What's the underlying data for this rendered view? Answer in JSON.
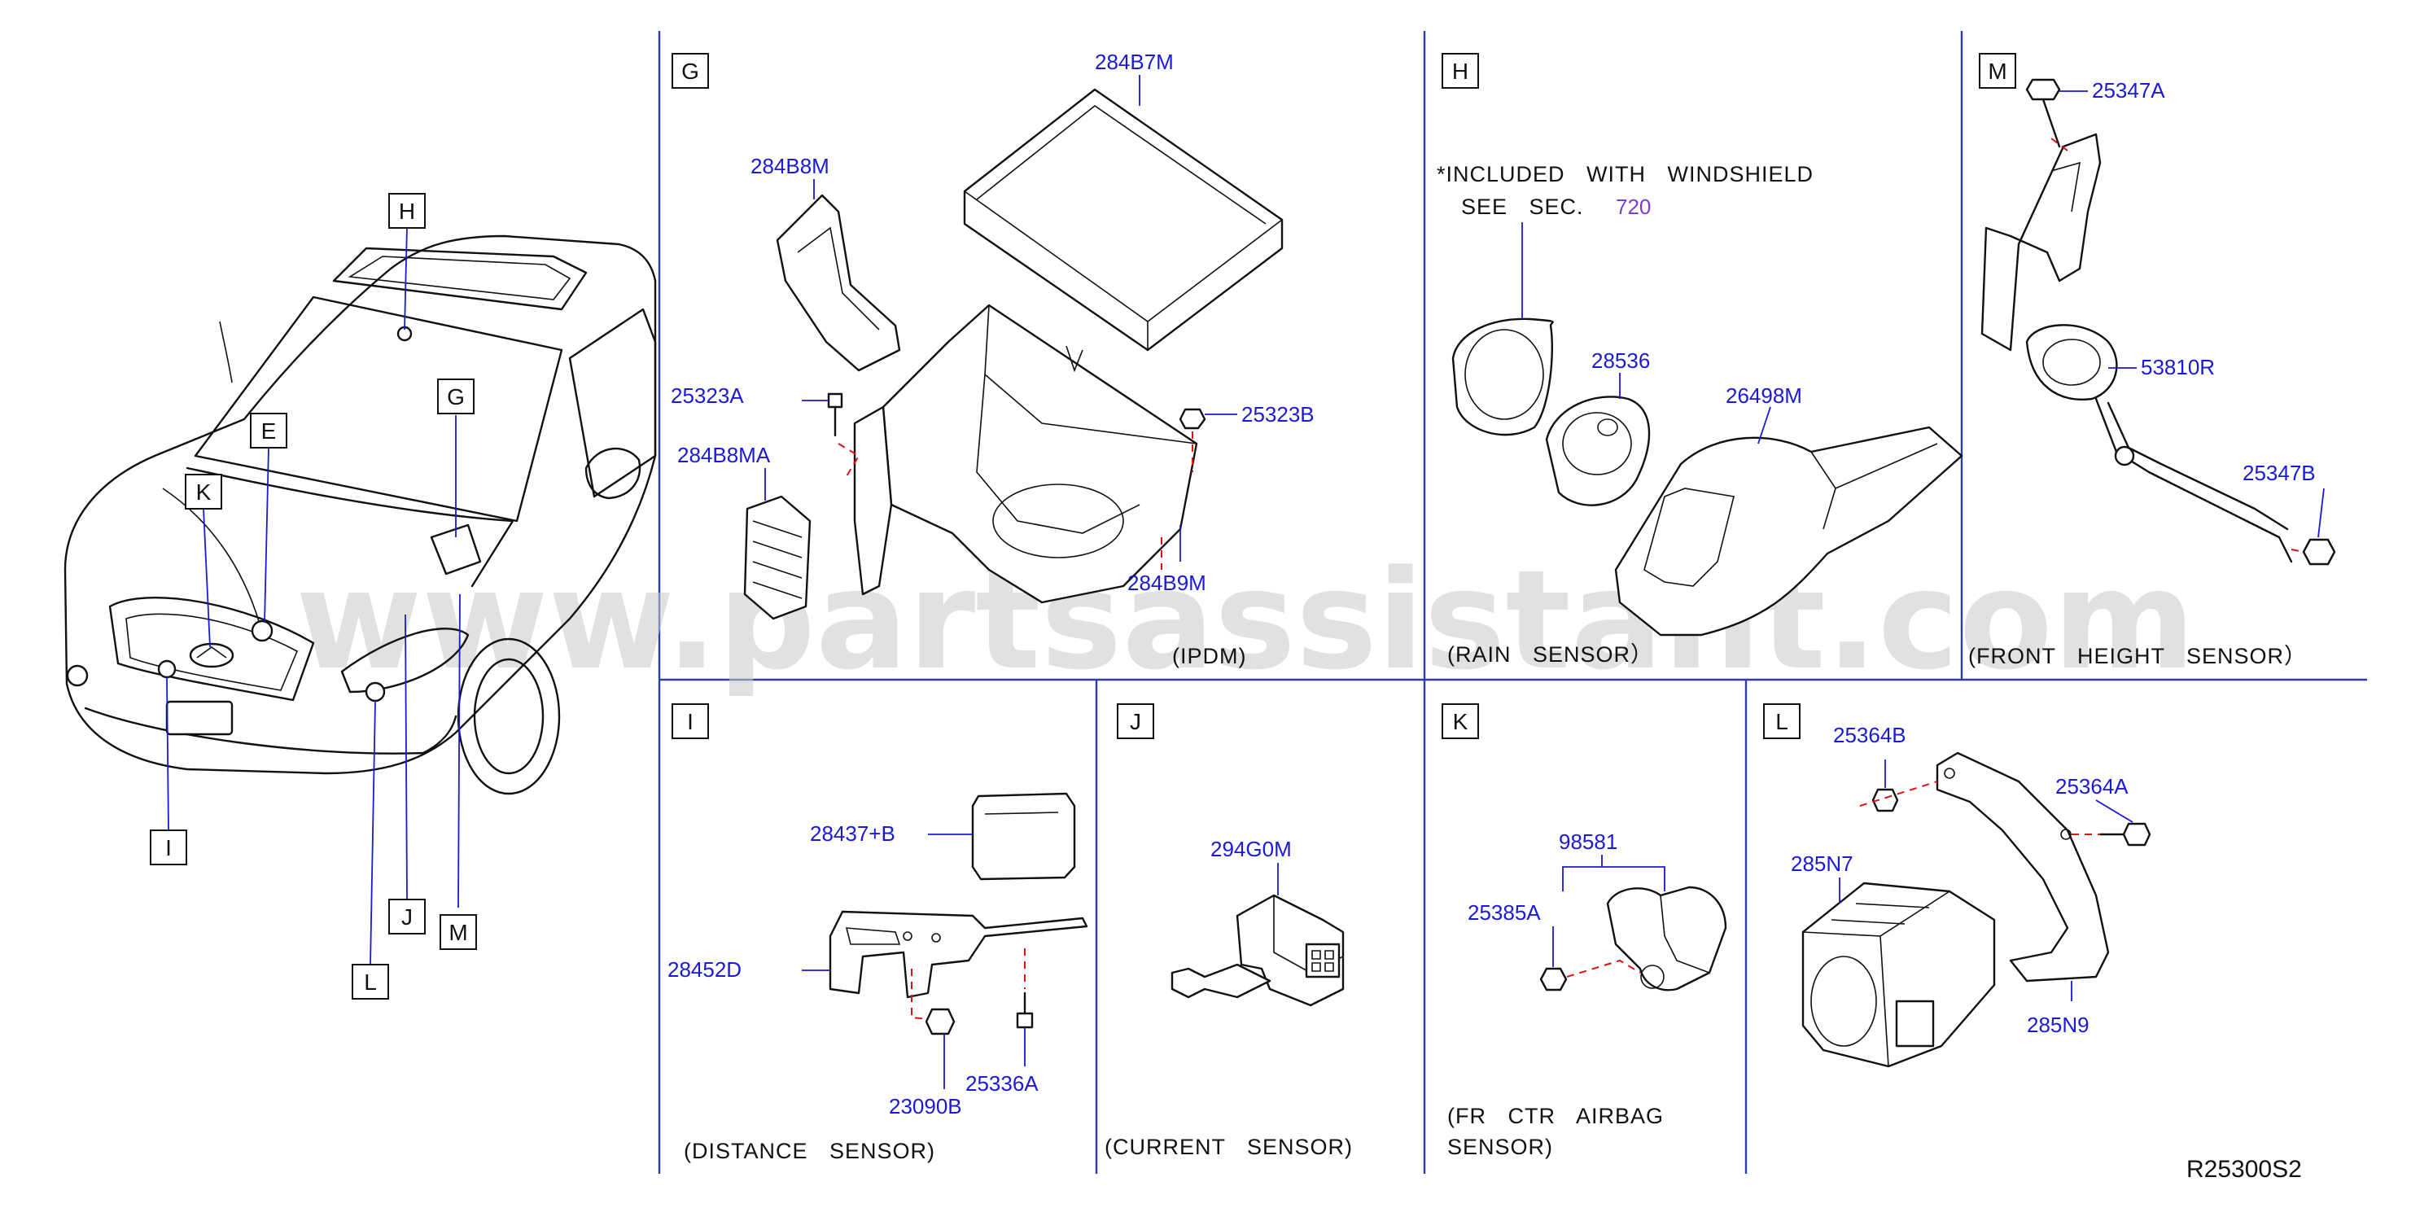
{
  "diagram_id": "R25300S2",
  "watermark": "www.partsassistant.com",
  "overview": {
    "callouts": [
      "H",
      "G",
      "E",
      "K",
      "I",
      "J",
      "L",
      "M"
    ]
  },
  "sections": {
    "G": {
      "letter": "G",
      "caption": "(IPDM)",
      "parts": [
        "284B7M",
        "284B8M",
        "25323A",
        "25323B",
        "284B8MA",
        "284B9M"
      ]
    },
    "H": {
      "letter": "H",
      "note_line1": "*INCLUDED WITH WINDSHIELD",
      "note_line2": "SEE SEC.",
      "note_sec": "720",
      "caption": "(RAIN SENSOR）",
      "parts": [
        "28536",
        "26498M"
      ]
    },
    "M": {
      "letter": "M",
      "caption": "(FRONT HEIGHT SENSOR）",
      "parts": [
        "25347A",
        "53810R",
        "25347B"
      ]
    },
    "I": {
      "letter": "I",
      "caption": "(DISTANCE SENSOR)",
      "parts": [
        "28437+B",
        "28452D",
        "23090B",
        "25336A"
      ]
    },
    "J": {
      "letter": "J",
      "caption": "(CURRENT SENSOR)",
      "parts": [
        "294G0M"
      ]
    },
    "K": {
      "letter": "K",
      "caption_line1": "(FR CTR AIRBAG",
      "caption_line2": "SENSOR)",
      "parts": [
        "98581",
        "25385A"
      ]
    },
    "L": {
      "letter": "L",
      "parts": [
        "25364B",
        "25364A",
        "285N7",
        "285N9"
      ]
    }
  }
}
